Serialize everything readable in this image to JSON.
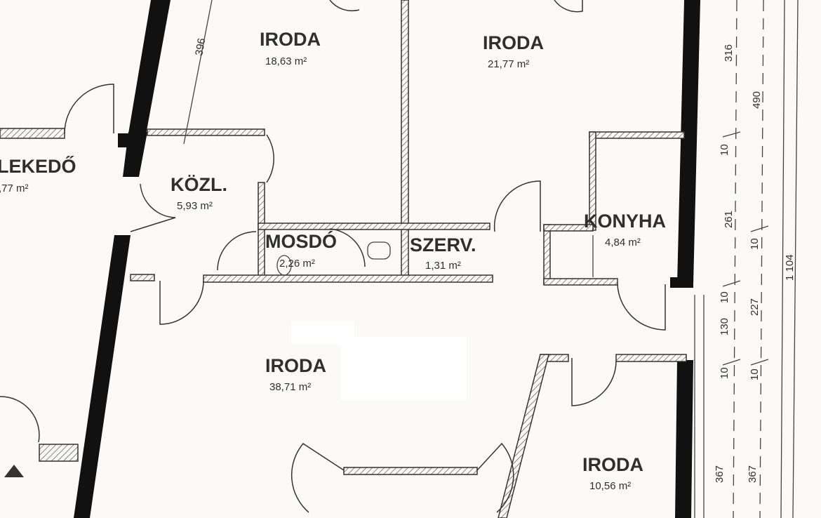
{
  "rooms": {
    "iroda_top_left": {
      "name": "IRODA",
      "area": "18,63 m²"
    },
    "iroda_top_right": {
      "name": "IRODA",
      "area": "21,77 m²"
    },
    "kozlekedo": {
      "name": "LEKEDŐ",
      "area": ",77 m²"
    },
    "kozl": {
      "name": "KÖZL.",
      "area": "5,93 m²"
    },
    "mosdo": {
      "name": "MOSDÓ",
      "area": "2,26 m²"
    },
    "szerv": {
      "name": "SZERV.",
      "area": "1,31 m²"
    },
    "konyha": {
      "name": "KONYHA",
      "area": "4,84 m²"
    },
    "iroda_large": {
      "name": "IRODA",
      "area": "38,71 m²"
    },
    "iroda_bottom_right": {
      "name": "IRODA",
      "area": "10,56 m²"
    }
  },
  "dimensions": {
    "d396": "396",
    "d316": "316",
    "d490": "490",
    "d10a": "10",
    "d261": "261",
    "d10b": "10",
    "d10c": "10",
    "d227": "227",
    "d1104": "1 104",
    "d130": "130",
    "d10d": "10",
    "d10e": "10",
    "d367a": "367",
    "d367b": "367"
  }
}
